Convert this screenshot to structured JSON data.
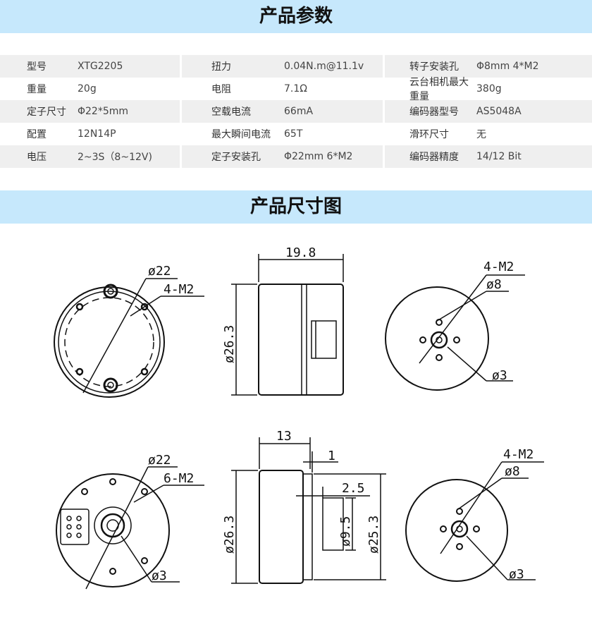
{
  "sections": {
    "params_title": "产品参数",
    "dims_title": "产品尺寸图"
  },
  "specs": [
    [
      {
        "label": "型号",
        "value": "XTG2205"
      },
      {
        "label": "扭力",
        "value": "0.04N.m@11.1v"
      },
      {
        "label": "转子安装孔",
        "value": "Φ8mm 4*M2"
      }
    ],
    [
      {
        "label": "重量",
        "value": "20g"
      },
      {
        "label": "电阻",
        "value": "7.1Ω"
      },
      {
        "label": "云台相机最大重量",
        "value": "380g"
      }
    ],
    [
      {
        "label": "定子尺寸",
        "value": "Φ22*5mm"
      },
      {
        "label": "空载电流",
        "value": "66mA"
      },
      {
        "label": "编码器型号",
        "value": "AS5048A"
      }
    ],
    [
      {
        "label": "配置",
        "value": "12N14P"
      },
      {
        "label": "最大瞬间电流",
        "value": "65T"
      },
      {
        "label": "滑环尺寸",
        "value": "无"
      }
    ],
    [
      {
        "label": "电压",
        "value": "2~3S（8~12V)"
      },
      {
        "label": "定子安装孔",
        "value": "Φ22mm 6*M2"
      },
      {
        "label": "编码器精度",
        "value": "14/12 Bit"
      }
    ]
  ],
  "drawings": {
    "d1": {
      "dia": "ø22",
      "holes": "4-M2"
    },
    "d2": {
      "len": "19.8",
      "dia": "ø26.3"
    },
    "d3": {
      "holes": "4-M2",
      "pcd": "ø8",
      "center": "ø3"
    },
    "d4": {
      "dia": "ø22",
      "holes": "6-M2",
      "center": "ø3"
    },
    "d5": {
      "len": "13",
      "flange": "1",
      "step": "2.5",
      "hub": "ø9.5",
      "body": "ø25.3",
      "dia": "ø26.3"
    },
    "d6": {
      "holes": "4-M2",
      "pcd": "ø8",
      "center": "ø3"
    }
  }
}
